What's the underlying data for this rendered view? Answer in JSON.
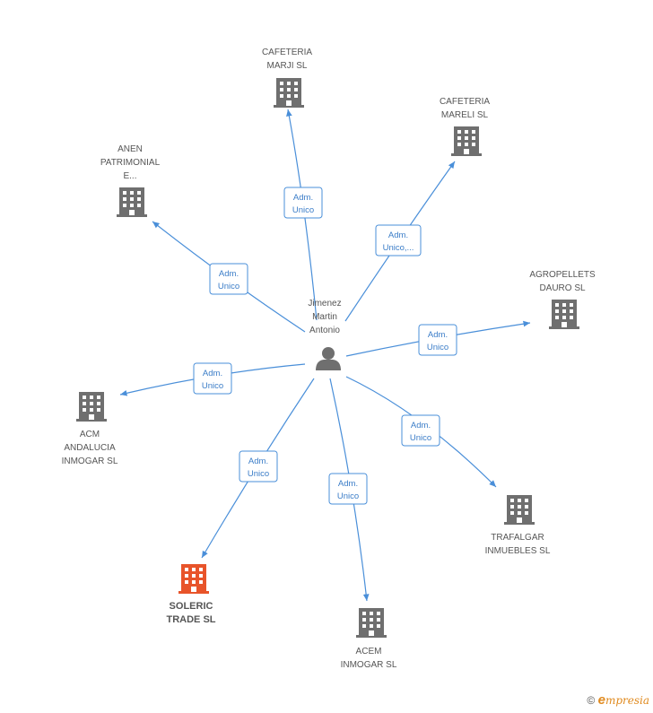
{
  "center": {
    "lines": [
      "Jimenez",
      "Martin",
      "Antonio"
    ]
  },
  "relations": [
    {
      "lines": [
        "Adm.",
        "Unico"
      ]
    },
    {
      "lines": [
        "Adm.",
        "Unico,..."
      ]
    },
    {
      "lines": [
        "Adm.",
        "Unico"
      ]
    },
    {
      "lines": [
        "Adm.",
        "Unico"
      ]
    },
    {
      "lines": [
        "Adm.",
        "Unico"
      ]
    },
    {
      "lines": [
        "Adm.",
        "Unico"
      ]
    },
    {
      "lines": [
        "Adm.",
        "Unico"
      ]
    },
    {
      "lines": [
        "Adm.",
        "Unico"
      ]
    }
  ],
  "companies": [
    {
      "lines": [
        "CAFETERIA",
        "MARJI  SL"
      ],
      "highlight": false
    },
    {
      "lines": [
        "CAFETERIA",
        "MARELI SL"
      ],
      "highlight": false
    },
    {
      "lines": [
        "ANEN",
        "PATRIMONIAL",
        "E..."
      ],
      "highlight": false
    },
    {
      "lines": [
        "AGROPELLETS",
        "DAURO  SL"
      ],
      "highlight": false
    },
    {
      "lines": [
        "ACM",
        "ANDALUCIA",
        "INMOGAR  SL"
      ],
      "highlight": false
    },
    {
      "lines": [
        "TRAFALGAR",
        "INMUEBLES SL"
      ],
      "highlight": false
    },
    {
      "lines": [
        "SOLERIC",
        "TRADE SL"
      ],
      "highlight": true
    },
    {
      "lines": [
        "ACEM",
        "INMOGAR  SL"
      ],
      "highlight": false
    }
  ],
  "colors": {
    "edge": "#4a8fd9",
    "building": "#6f6f6f",
    "highlight": "#e8542a",
    "person": "#6f6f6f"
  },
  "footer": {
    "copyright": "©",
    "brand_initial": "e",
    "brand_rest": "mpresia"
  }
}
